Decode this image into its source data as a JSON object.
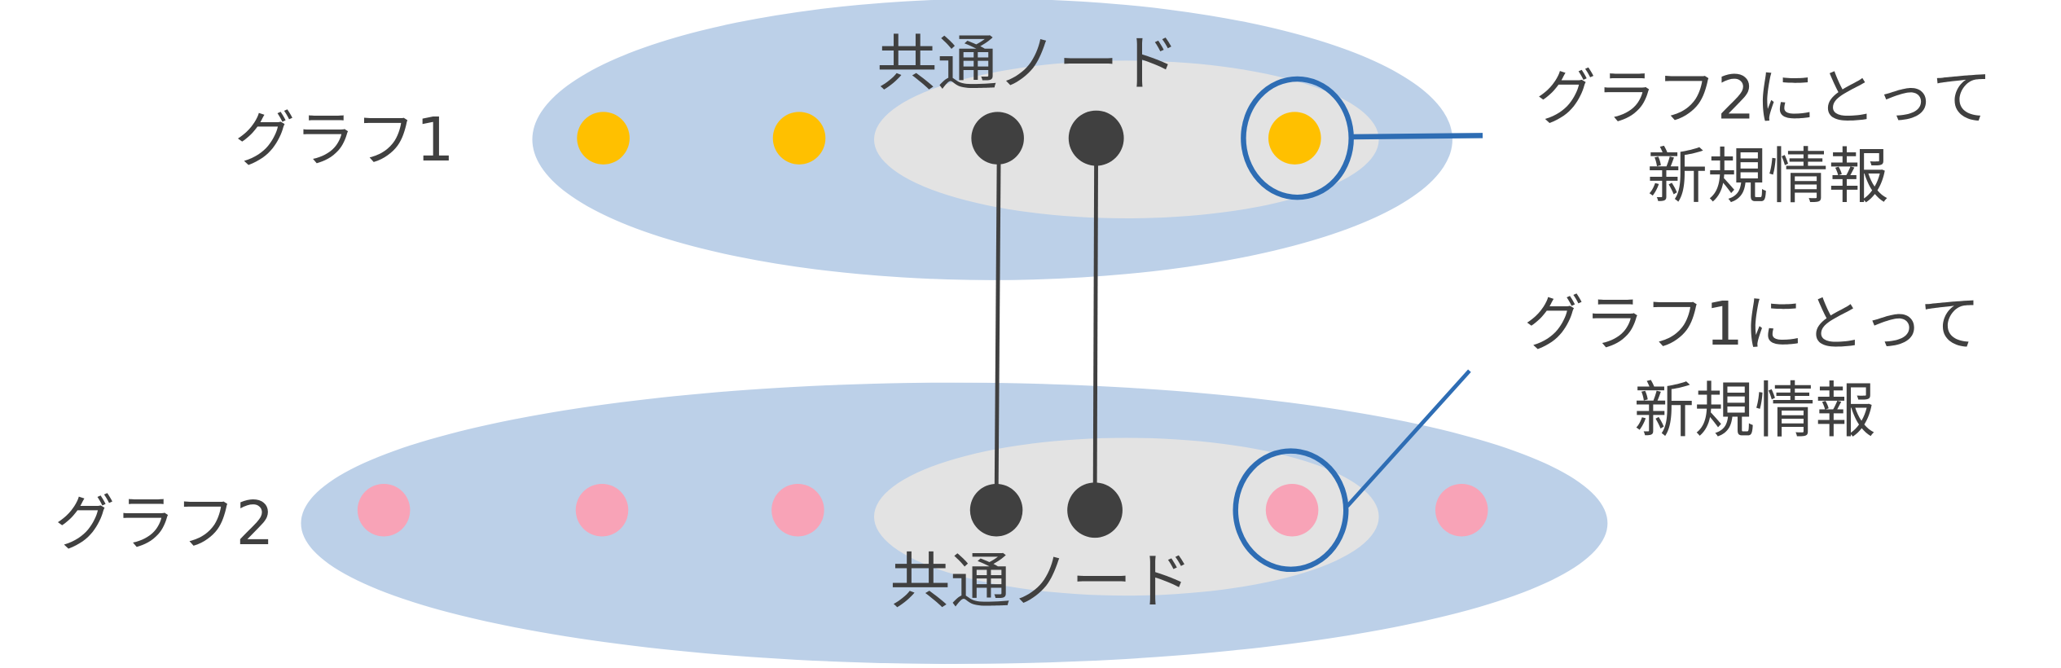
{
  "graph1": {
    "label": "グラフ1",
    "common_label": "共通ノード",
    "node_color": "#FFC000",
    "new_info_label_line1": "グラフ2にとって",
    "new_info_label_line2": "新規情報"
  },
  "graph2": {
    "label": "グラフ2",
    "common_label": "共通ノード",
    "node_color": "#F8A3B7",
    "new_info_label_line1": "グラフ1にとって",
    "new_info_label_line2": "新規情報"
  },
  "colors": {
    "graph_fill": "#BCD0E8",
    "common_fill": "#E3E3E3",
    "common_node": "#404040",
    "highlight": "#2E6DB4"
  }
}
